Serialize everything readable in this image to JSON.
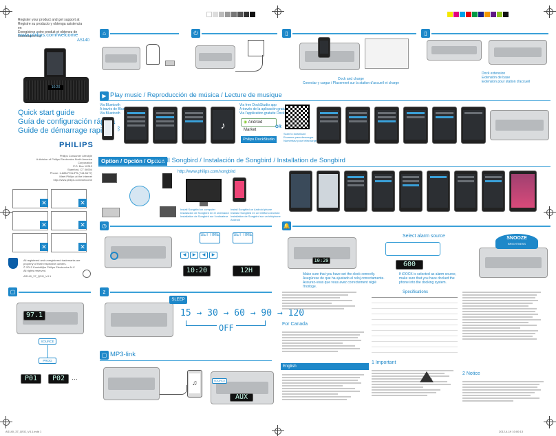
{
  "meta": {
    "top_small_lines": [
      "Register your product and get support at",
      "Registre su producto y obtenga asistencia en",
      "Enregistrez votre produit et obtenez de l'assistance sur"
    ],
    "site": "www.philips.com/welcome",
    "model": "AS140",
    "brand": "PHILIPS"
  },
  "cover": {
    "guide_en": "Quick start guide",
    "guide_es": "Guía de configuración rápida",
    "guide_fr": "Guide de démarrage rapide",
    "address": [
      "Philips Consumer Lifestyle",
      "A division of Philips Electronics North America Corporation",
      "P.O. Box 10313",
      "Stamford, CT 06904",
      "Phone: 1-888-PHILIPS (744-5477)",
      "Meet Philips at the Internet",
      "http://www.philips.com/welcome"
    ],
    "legal": [
      "All registered and unregistered trademarks are property of their respective owners.",
      "© 2012 Koninklijke Philips Electronics N.V.",
      "All rights reserved."
    ],
    "code": "AS140_37_QSG_V4.1"
  },
  "sections": {
    "dock_labels": [
      "Dock and charge",
      "Conectar y cargar / Placement sur la station d'accueil et charge"
    ],
    "dock_ext_labels": [
      "Dock extension",
      "Extensión de base",
      "Extension pour station d'accueil"
    ],
    "play_title": "Play music / Reproducción de música / Lecture de musique",
    "bt_labels": [
      "Via Bluetooth",
      "A través de Bluetooth",
      "Via Bluetooth"
    ],
    "app_labels": [
      "Via free DockStudio app",
      "A través de la aplicación gratuita DockStudio",
      "Via l'application gratuite DockStudio"
    ],
    "market": "Android Market",
    "or": "OR",
    "dockstudio": "Philips DockStudio",
    "scan_labels": [
      "Scan to download",
      "Escanee para descargar",
      "Numérisez pour télécharger"
    ],
    "option_label": "Option / Opción / Option",
    "songbird_title": "Install Songbird / Instalación de Songbird / Installation de Songbird",
    "songbird_url": "http://www.philips.com/songbird",
    "songbird_pc": [
      "Install Songbird on computer",
      "Instalación de Songbird en el ordenador",
      "Installation de Songbird sur l'ordinateur"
    ],
    "songbird_android": [
      "Install Songbird on Android phone",
      "Instalar Songbird en un teléfono Android",
      "Installation de Songbird sur un téléphone Android"
    ],
    "set_time": "SET TIME",
    "time1": "10:20",
    "time2": "12H",
    "alarm_time": "10:20",
    "alarm_src": "Select alarm source",
    "alarm_sel": "600",
    "clock_note": [
      "Make sure that you have set the clock correctly.",
      "Asegúrese de que ha ajustado el reloj correctamente.",
      "Assurez-vous que vous avez correctement réglé l'horloge."
    ],
    "idock_note": [
      "If iDOCK is selected as alarm source,",
      "make sure that you have docked the",
      "phone into the docking system."
    ],
    "snooze": "SNOOZE",
    "snooze_sub": "BRIGHTNESS",
    "sleep": "SLEEP",
    "sleep_seq": [
      "15",
      "30",
      "60",
      "90",
      "120"
    ],
    "sleep_off": "OFF",
    "source": "SOURCE",
    "prog": "PROG",
    "p01": "P01",
    "p02": "P02",
    "mp3_title": "MP3-link",
    "aux": "AUX",
    "for_canada": "For Canada",
    "english": "English",
    "important": "1   Important",
    "notice": "2   Notice",
    "specs": "Specifications"
  }
}
